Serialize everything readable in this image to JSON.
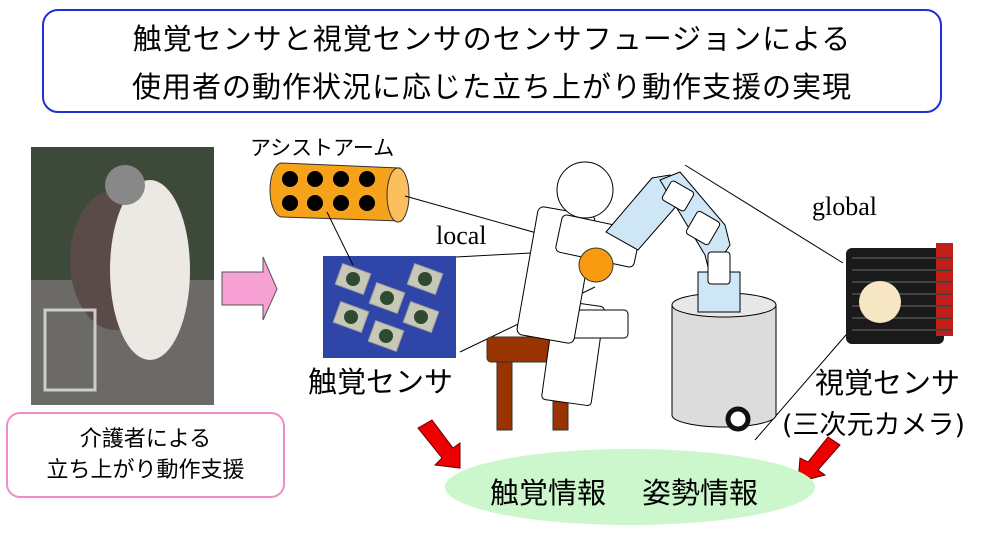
{
  "title": {
    "line1": "触覚センサと視覚センサのセンサフュージョンによる",
    "line2": "使用者の動作状況に応じた立ち上がり動作支援の実現"
  },
  "caption": {
    "line1": "介護者による",
    "line2": "立ち上がり動作支援"
  },
  "labels": {
    "assist_arm": "アシストアーム",
    "local": "local",
    "global": "global",
    "tactile_sensor": "触覚センサ",
    "visual_sensor": "視覚センサ",
    "visual_sensor_sub": "(三次元カメラ)",
    "tactile_info": "触覚情報",
    "posture_info": "姿勢情報"
  },
  "colors": {
    "title_border": "#1f2fd8",
    "caption_border": "#f08cc8",
    "arrow_pink": "#f7a0d4",
    "arrow_red": "#ee0000",
    "arm_orange": "#f7a21b",
    "robot_blue": "#cfe6f7",
    "stool_brown": "#993300",
    "ellipse_green": "#ccf7cc"
  }
}
